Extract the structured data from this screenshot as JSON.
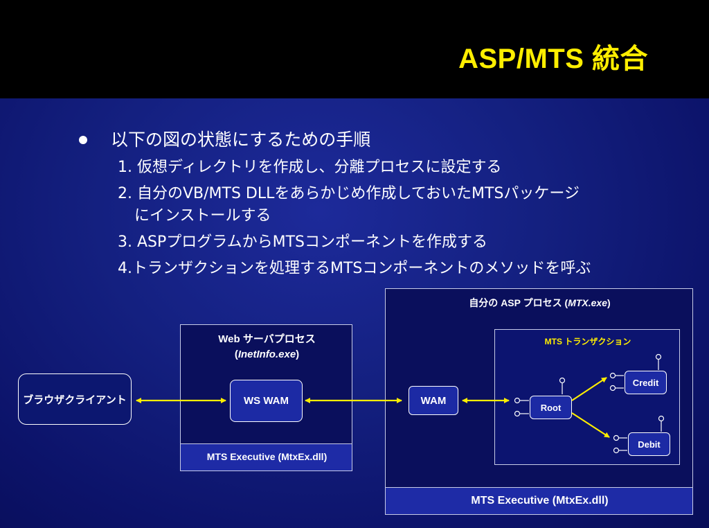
{
  "title": "ASP/MTS 統合",
  "bullet": "以下の図の状態にするための手順",
  "steps": [
    {
      "line1": "1. 仮想ディレクトリを作成し、分離プロセスに設定する",
      "line2": ""
    },
    {
      "line1": "2. 自分のVB/MTS DLLをあらかじめ作成しておいたMTSパッケージ",
      "line2": "にインストールする"
    },
    {
      "line1": "3. ASPプログラムからMTSコンポーネントを作成する",
      "line2": ""
    },
    {
      "line1": "4.トランザクションを処理するMTSコンポーネントのメソッドを呼ぶ",
      "line2": ""
    }
  ],
  "diagram": {
    "client_label": "ブラウザクライアント",
    "web_process": {
      "title": "Web サーバプロセス",
      "exe": "InetInfo.exe",
      "exe_open": "(",
      "exe_close": ")",
      "component": "WS WAM",
      "executive": "MTS Executive (MtxEx.dll)"
    },
    "mtx_process": {
      "title": "自分の ASP プロセス (",
      "exe": "MTX.exe",
      "exe_close": ")",
      "component": "WAM",
      "executive": "MTS Executive (MtxEx.dll)"
    },
    "transaction": {
      "title": "MTS トランザクション",
      "root": "Root",
      "credit": "Credit",
      "debit": "Debit"
    }
  },
  "colors": {
    "title": "#ffee00",
    "arrows": "#ffee00",
    "transaction_title": "#ffee00",
    "header_bg": "#000000"
  }
}
